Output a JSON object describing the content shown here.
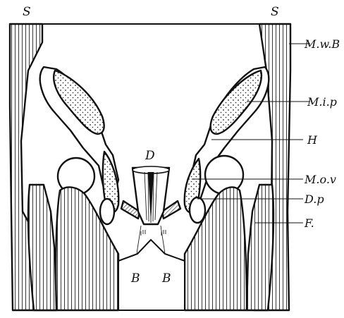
{
  "labels": {
    "s_left": "S",
    "s_right": "S",
    "d_top": "D",
    "b_left": "B",
    "b_right": "B",
    "mwb": "M.w.B",
    "mip": "M.i.p",
    "h": "H",
    "mov": "M.o.v",
    "dp": "D.p",
    "f": "F."
  }
}
